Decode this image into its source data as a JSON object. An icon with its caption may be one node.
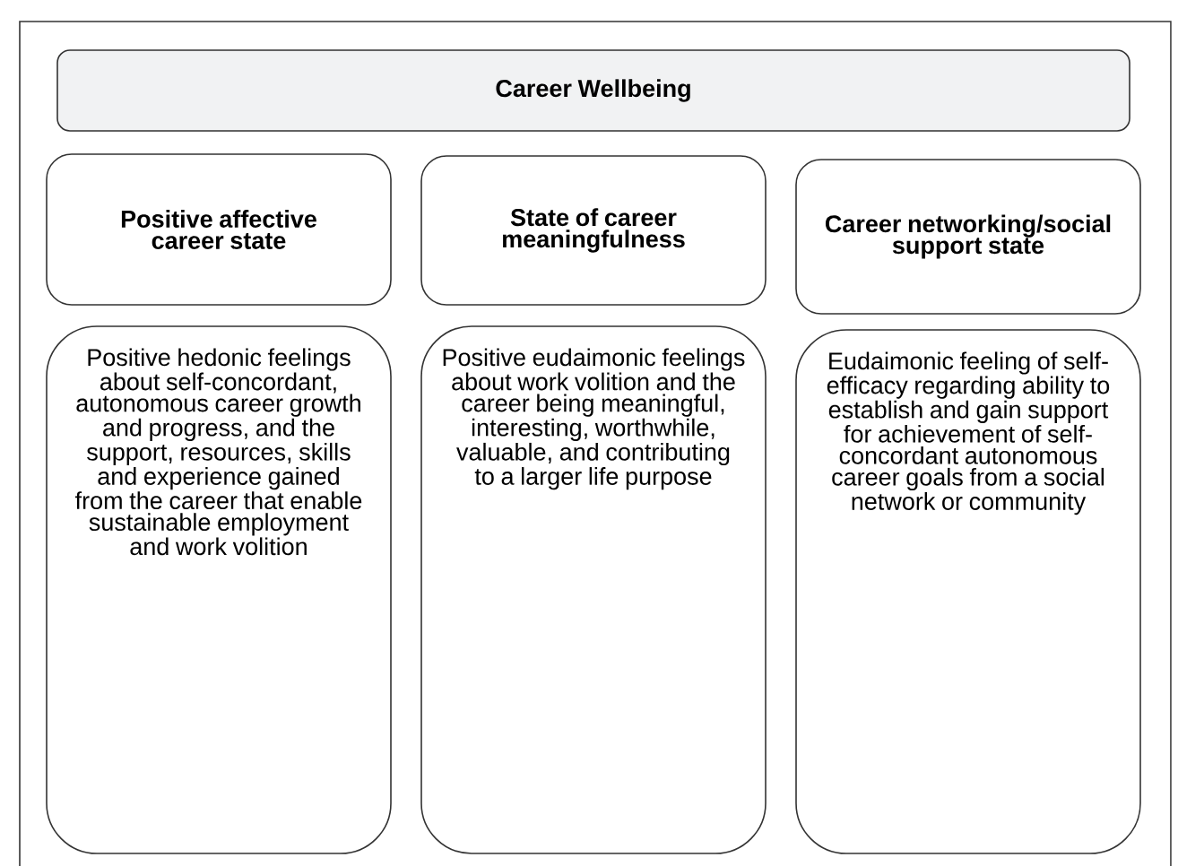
{
  "diagram": {
    "nodes": [
      {
        "text": [
          "Career Wellbeing"
        ]
      },
      {
        "text": [
          "Positive affective career state"
        ]
      },
      {
        "text": [
          "State of career meaningfulness"
        ]
      },
      {
        "text": [
          "Career networking/social support state"
        ]
      },
      {
        "text": [
          "Positive hedonic feelings about self-concordant, autonomous career growth and progress, and the support, resources, skills and experience gained from the career that enable sustainable employment and work volition"
        ]
      },
      {
        "text": [
          "Positive eudaimonic feelings about work volition and the career being meaningful, interesting, worthwhile, valuable, and contributing to a larger life purpose"
        ]
      },
      {
        "text": [
          "Eudaimonic feeling of self-efficacy regarding ability to establish and gain support for achievement of self-concordant autonomous career goals from a social network or community"
        ]
      }
    ]
  }
}
